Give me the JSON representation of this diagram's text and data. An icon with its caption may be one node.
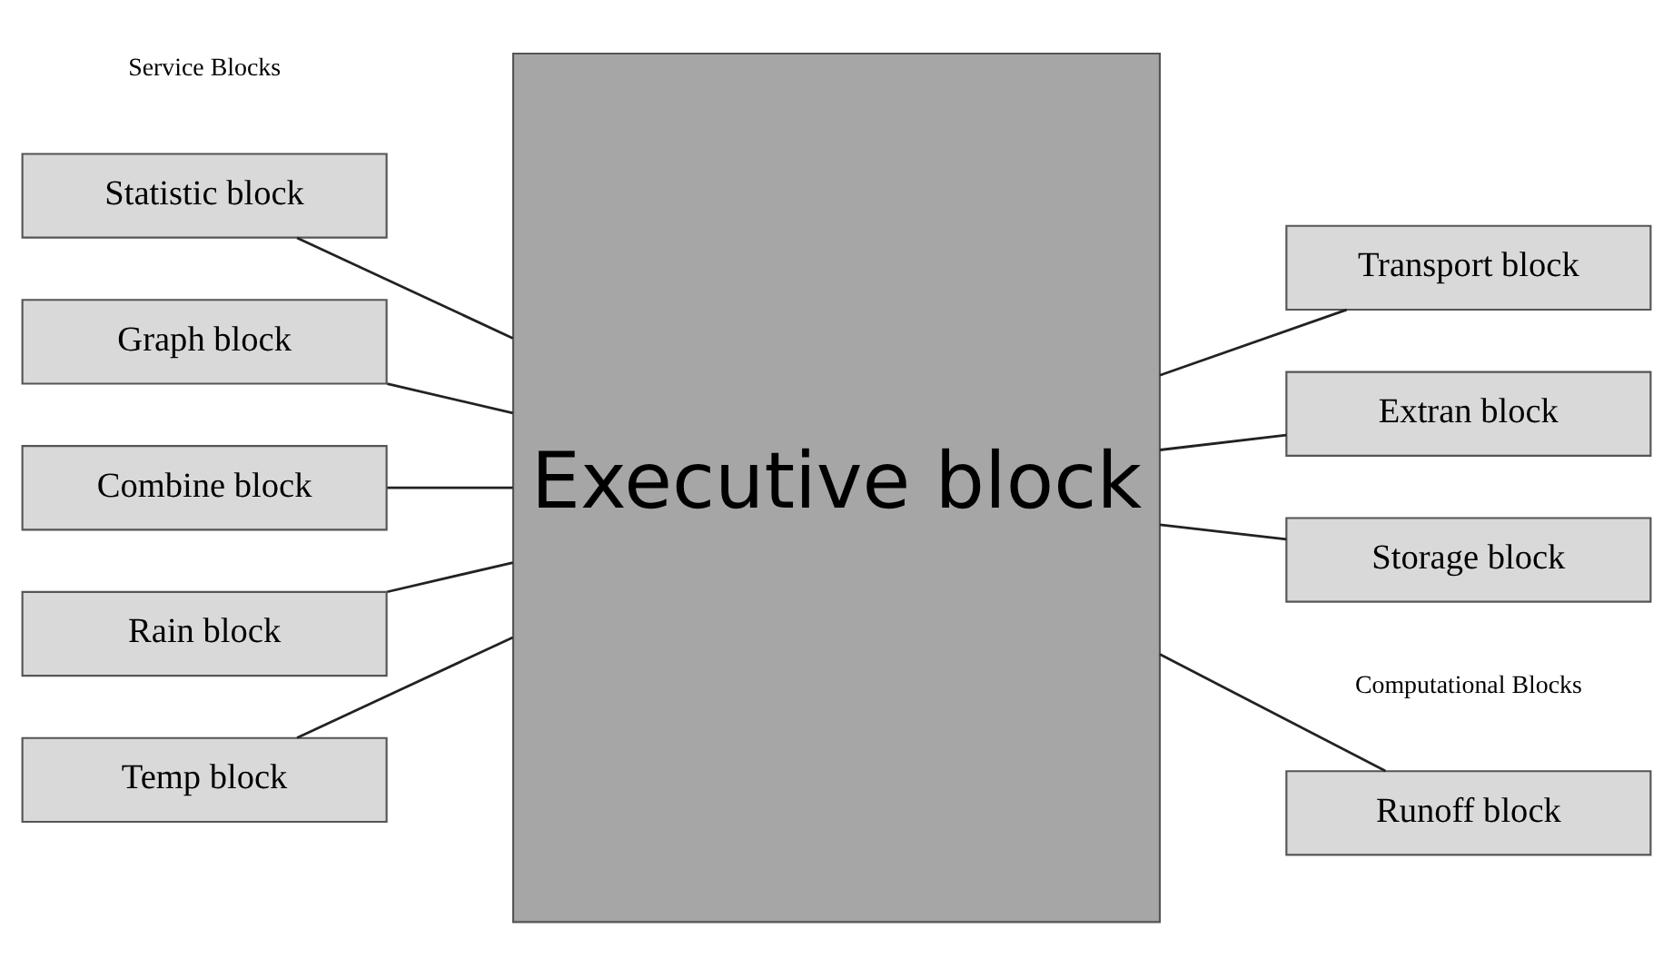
{
  "diagram": {
    "nodes": [
      {
        "text": [
          "Statistic block"
        ]
      },
      {
        "text": [
          "Graph block"
        ]
      },
      {
        "text": [
          "Combine block"
        ]
      },
      {
        "text": [
          "Rain block"
        ]
      },
      {
        "text": [
          "Temp block"
        ]
      },
      {
        "text": [
          "Executive block"
        ]
      },
      {
        "text": [
          "Runoff block"
        ]
      },
      {
        "text": [
          "Transport block"
        ]
      },
      {
        "text": [
          "Extran block"
        ]
      },
      {
        "text": [
          "Storage block"
        ]
      }
    ],
    "edges": [
      {
        "from": 0,
        "to": 5,
        "arrow": "none"
      },
      {
        "from": 1,
        "to": 5,
        "arrow": "none"
      },
      {
        "from": 2,
        "to": 5,
        "arrow": "none"
      },
      {
        "from": 3,
        "to": 5,
        "arrow": "none"
      },
      {
        "from": 4,
        "to": 5,
        "arrow": "none"
      },
      {
        "from": 5,
        "to": 6,
        "arrow": "none"
      },
      {
        "from": 5,
        "to": 7,
        "arrow": "none"
      },
      {
        "from": 5,
        "to": 8,
        "arrow": "none"
      },
      {
        "from": 5,
        "to": 9,
        "arrow": "none"
      }
    ],
    "labels": [
      "Service Blocks",
      "Computational Blocks"
    ]
  }
}
